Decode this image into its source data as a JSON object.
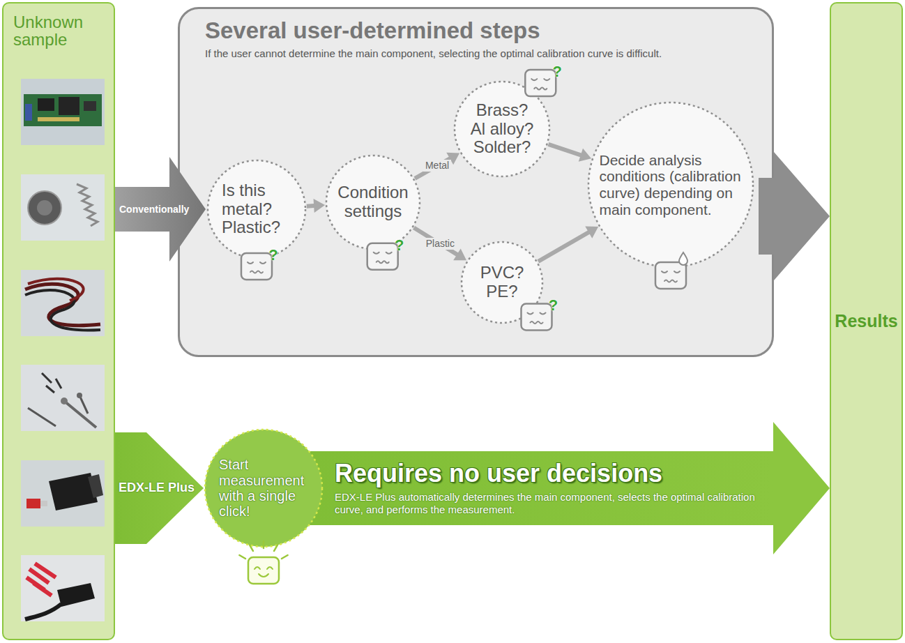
{
  "diagram": {
    "nodes": [
      {
        "text": [
          "Unknown sample"
        ]
      },
      {
        "text": [
          "Several user-determined steps",
          "If the user cannot determine the main component, selecting the optimal calibration curve is difficult."
        ]
      },
      {
        "text": [
          "Is this metal? Plastic?"
        ],
        "in": 1
      },
      {
        "text": [
          "Condition settings"
        ],
        "in": 1
      },
      {
        "text": [
          "Brass? Al alloy? Solder?"
        ],
        "in": 1
      },
      {
        "text": [
          "PVC? PE?"
        ],
        "in": 1
      },
      {
        "text": [
          "Decide analysis conditions (calibration curve) depending on main component."
        ],
        "in": 1
      },
      {
        "text": [
          "Start measurement with a single click!"
        ]
      },
      {
        "text": [
          "Requires no user decisions",
          "EDX-LE Plus automatically determines the main component, selects the optimal calibration curve, and performs the measurement."
        ]
      },
      {
        "text": [
          "Results"
        ]
      }
    ],
    "edges": [
      {
        "from": 0,
        "to": 1,
        "label": "Conventionally",
        "arrow": "to"
      },
      {
        "from": 2,
        "to": 3,
        "arrow": "to"
      },
      {
        "from": 3,
        "to": 4,
        "label": "Metal",
        "arrow": "to"
      },
      {
        "from": 3,
        "to": 5,
        "label": "Plastic",
        "arrow": "to"
      },
      {
        "from": 4,
        "to": 6,
        "arrow": "to"
      },
      {
        "from": 5,
        "to": 6,
        "arrow": "to"
      },
      {
        "from": 1,
        "to": 9,
        "arrow": "to"
      },
      {
        "from": 0,
        "to": 7,
        "label": "EDX-LE Plus",
        "arrow": "to"
      },
      {
        "from": 8,
        "to": 9,
        "arrow": "to"
      }
    ],
    "labels": [
      "?",
      "?",
      "?",
      "?"
    ]
  }
}
